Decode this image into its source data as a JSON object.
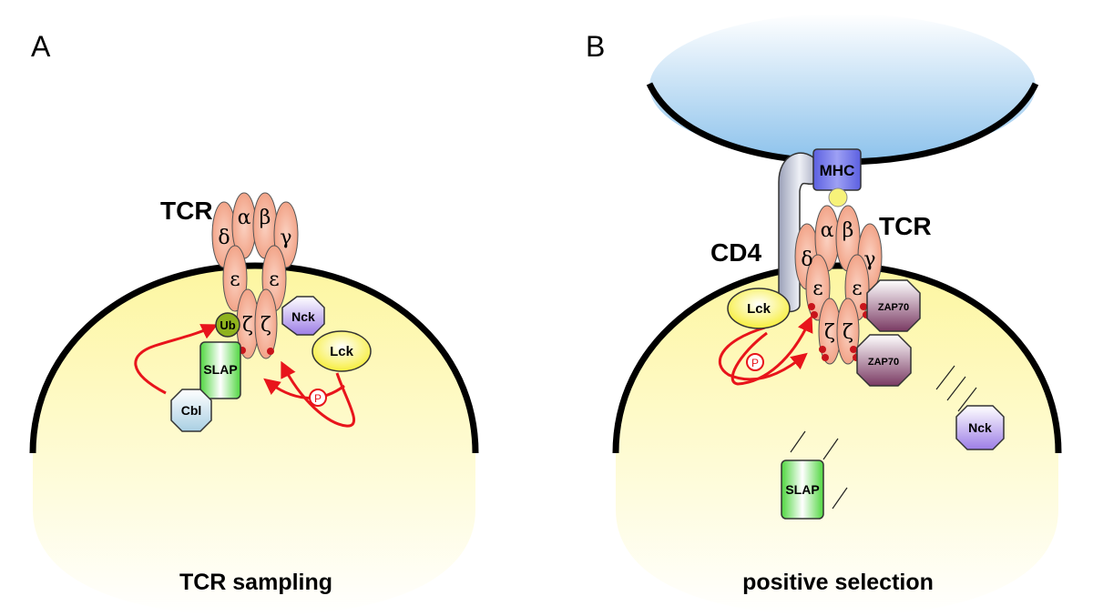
{
  "panels": [
    {
      "id": "A",
      "letter": "A",
      "caption": "TCR sampling",
      "labels": {
        "tcr": "TCR",
        "nck": "Nck",
        "lck": "Lck",
        "ub": "Ub",
        "slap": "SLAP",
        "cbl": "Cbl",
        "phospho": "P"
      },
      "chains": {
        "delta": "δ",
        "alpha": "α",
        "beta": "β",
        "gamma": "γ",
        "epsilon1": "ε",
        "epsilon2": "ε",
        "zeta1": "ζ",
        "zeta2": "ζ"
      }
    },
    {
      "id": "B",
      "letter": "B",
      "caption": "positive selection",
      "labels": {
        "tcr": "TCR",
        "mhc": "MHC",
        "cd4": "CD4",
        "lck": "Lck",
        "zap70_1": "ZAP70",
        "zap70_2": "ZAP70",
        "nck": "Nck",
        "slap": "SLAP",
        "phospho": "P"
      },
      "chains": {
        "delta": "δ",
        "alpha": "α",
        "beta": "β",
        "gamma": "γ",
        "epsilon1": "ε",
        "epsilon2": "ε",
        "zeta1": "ζ",
        "zeta2": "ζ"
      }
    }
  ],
  "colors": {
    "cell_fill_top": "#fdf7a6",
    "apc_fill": "#b8d8f2",
    "tcr_chain": "#f4ab90",
    "arrow": "#e8141b",
    "phospho_dot": "#c8141b",
    "lck": "#fbf46a",
    "nck": "#b49ce8",
    "slap": "#6bdc5c",
    "cbl": "#b9d7e6",
    "ub": "#8fb31e",
    "mhc": "#6a6fe6",
    "zap70": "#8b4a73",
    "cd4": "#aeb3c8"
  }
}
